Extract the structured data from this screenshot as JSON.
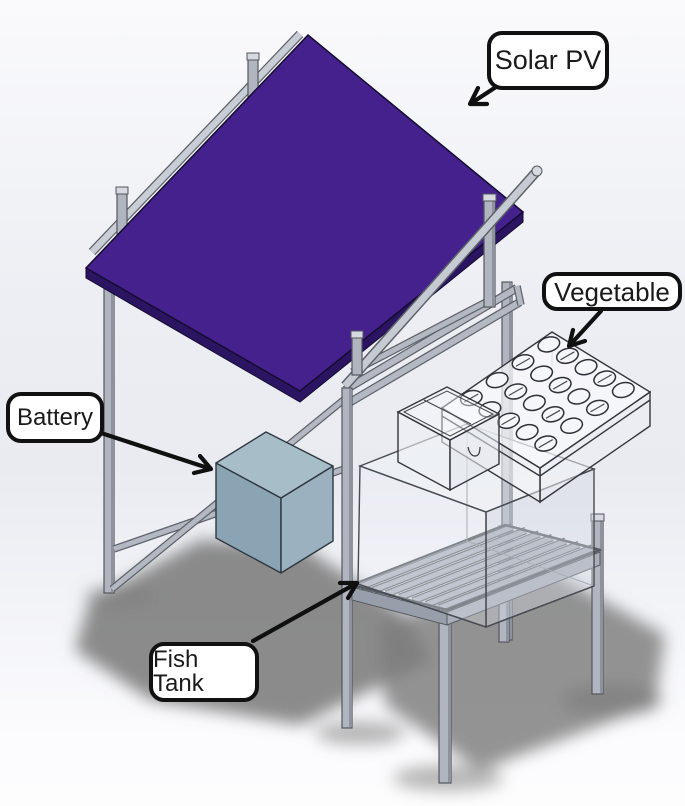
{
  "scene": {
    "description": "Isometric CAD render of a solar-powered aquaponics unit",
    "callouts": [
      {
        "id": "solar-pv",
        "label": "Solar PV"
      },
      {
        "id": "vegetable",
        "label": "Vegetable"
      },
      {
        "id": "battery",
        "label": "Battery"
      },
      {
        "id": "fish-tank",
        "label": "Fish Tank"
      }
    ],
    "grow_bed": {
      "hole_rows": 4,
      "hole_cols": 5,
      "hole_total": 20
    },
    "table": {
      "slat_count": 7
    },
    "colors": {
      "panel": "#44218C",
      "panel_edge": "#2B1563",
      "frame": "#B1B5C0",
      "frame_edge": "#5E626A",
      "battery_top": "#A7BDC8",
      "battery_left": "#8BA4B3",
      "battery_right": "#9CB1BF",
      "shadow": "#7C7C7C",
      "arrow": "#101010",
      "label_bg": "#FFFFFF",
      "label_border": "#111111",
      "label_text": "#1A1A1A",
      "glass_line": "#474B52",
      "bg_top": "#FAFAFC",
      "bg_mid": "#E9EBF1",
      "bg_bottom": "#FDFDFE"
    }
  }
}
